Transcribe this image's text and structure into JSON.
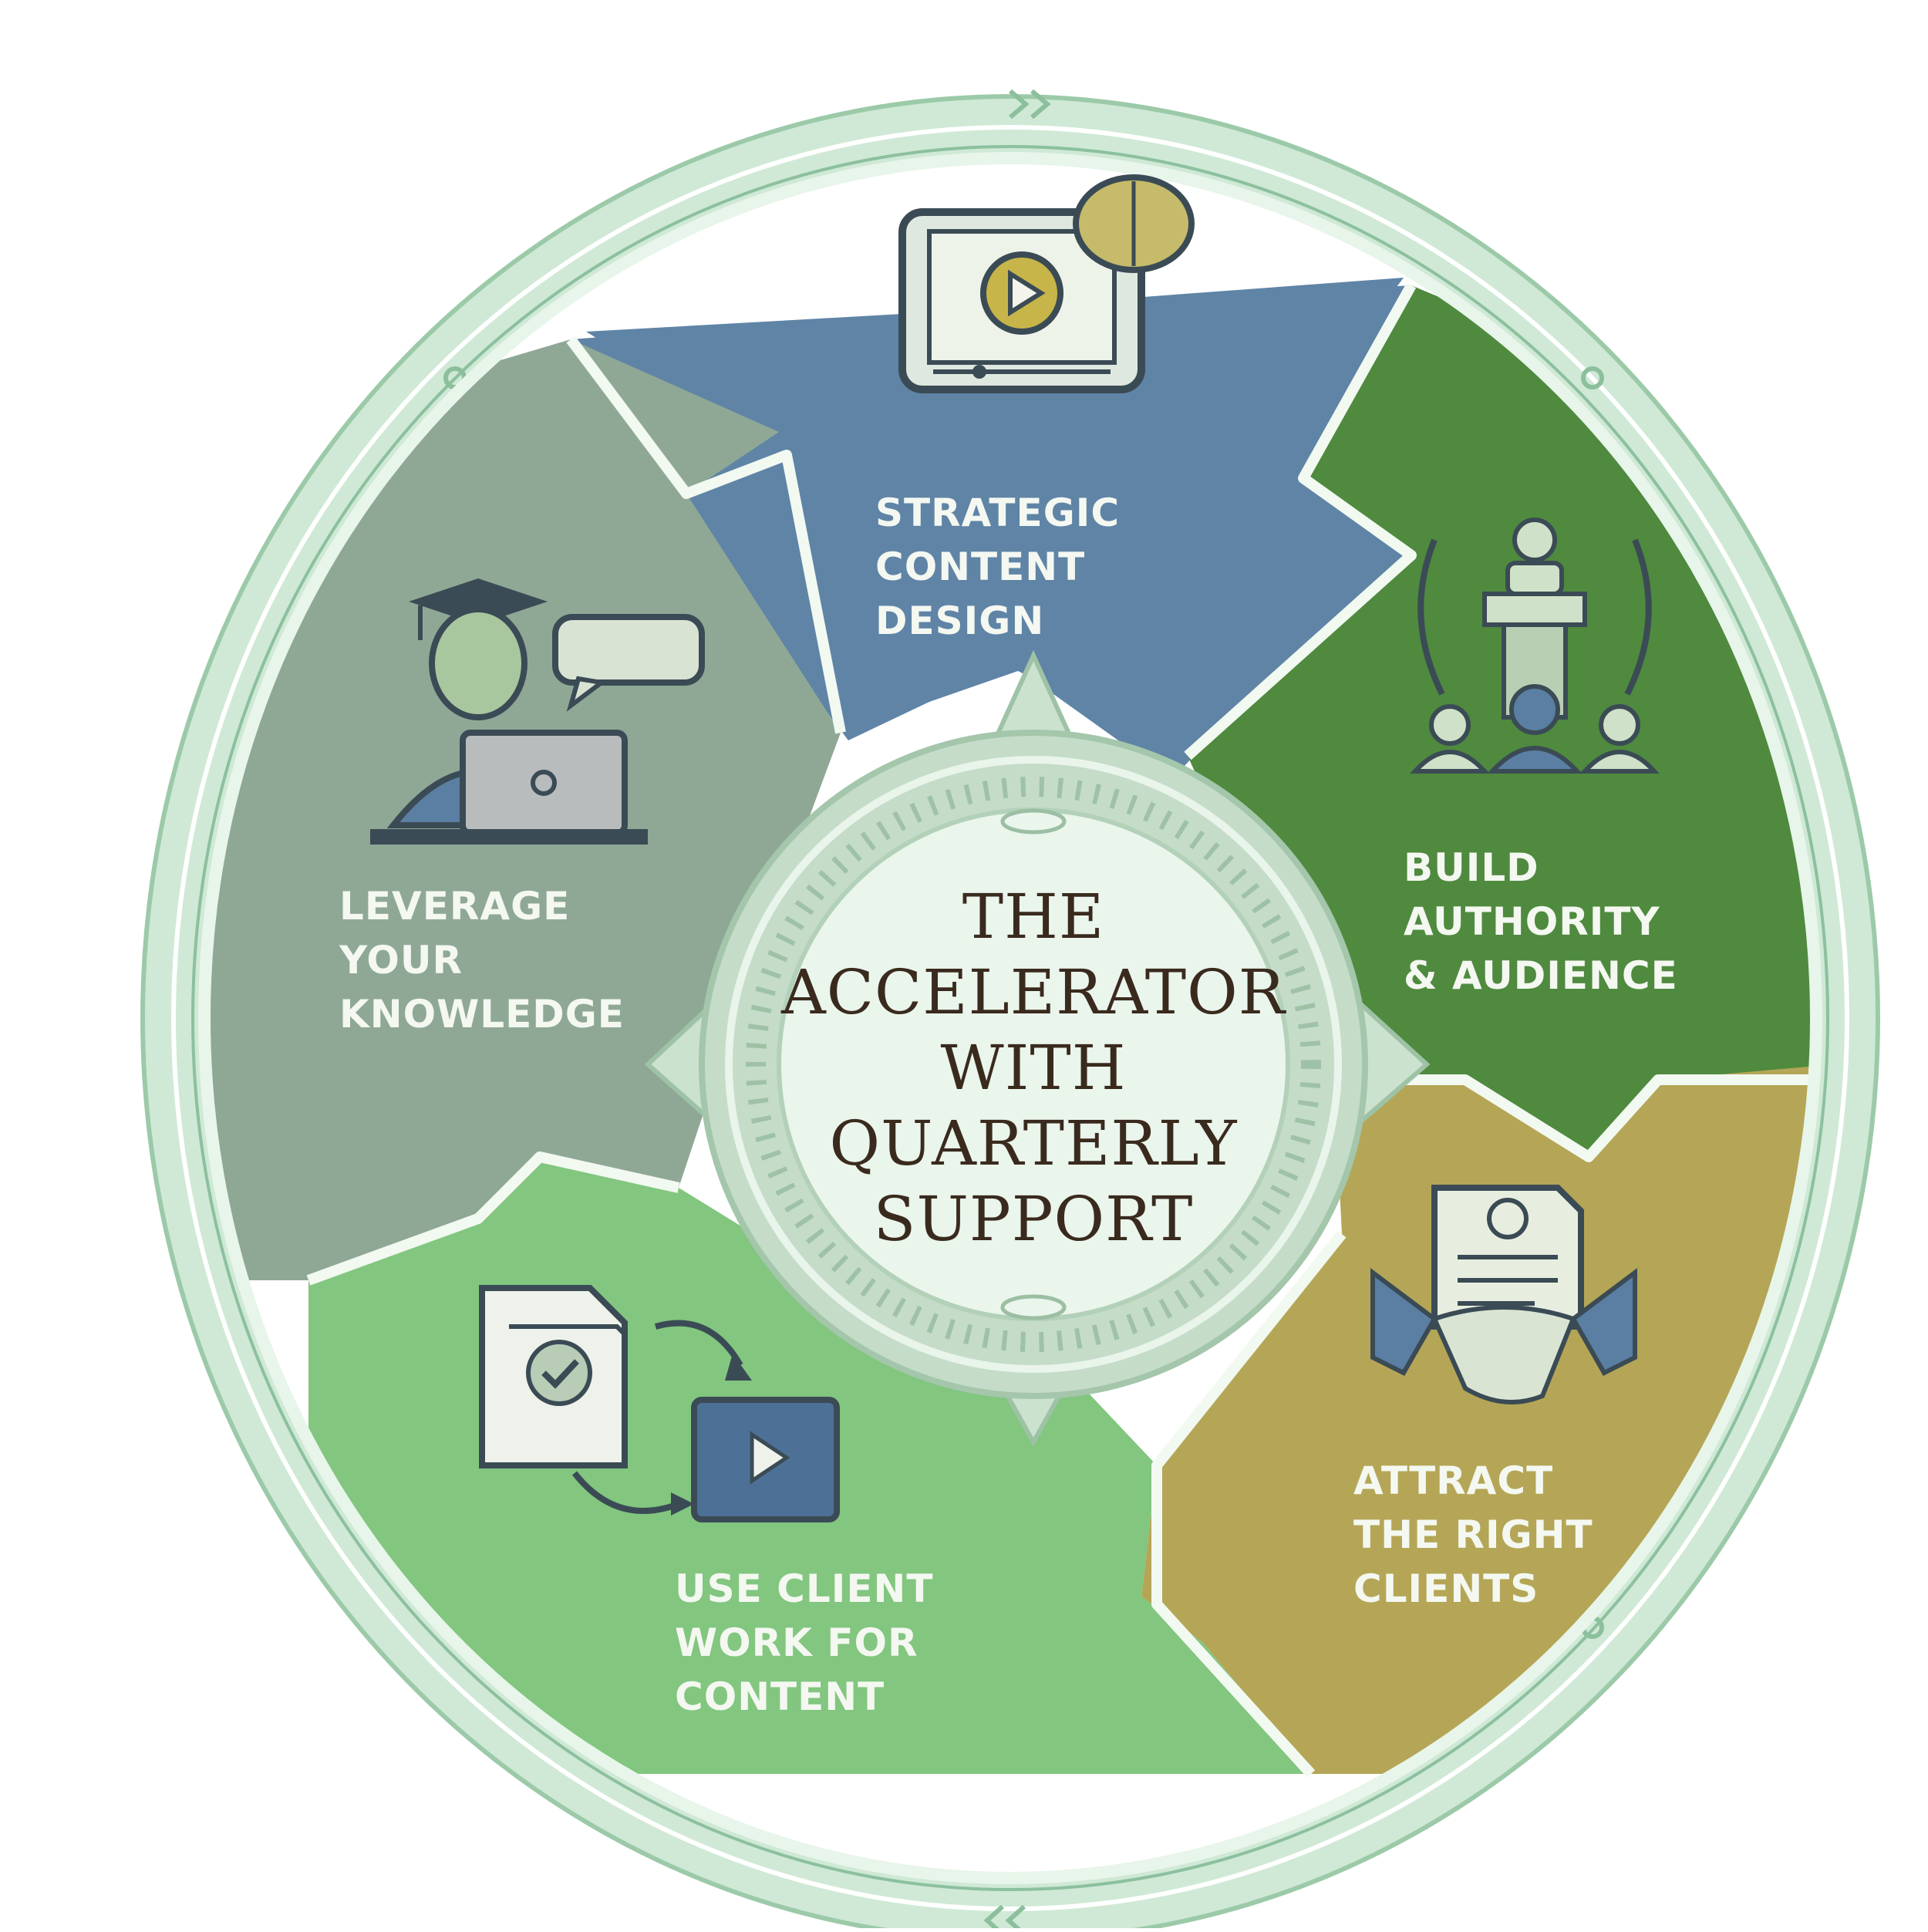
{
  "center": {
    "title_lines": [
      "THE",
      "ACCELERATOR",
      "WITH",
      "QUARTERLY",
      "SUPPORT"
    ]
  },
  "segments": [
    {
      "id": "strategic",
      "lines": [
        "STRATEGIC",
        "CONTENT",
        "DESIGN"
      ],
      "color": "#5f84a6",
      "icon": "video-tablet-brain-icon"
    },
    {
      "id": "authority",
      "lines": [
        "BUILD",
        "AUTHORITY",
        "& AUDIENCE"
      ],
      "color": "#4f8a3f",
      "icon": "speaker-podium-audience-icon"
    },
    {
      "id": "attract",
      "lines": [
        "ATTRACT",
        "THE RIGHT",
        "CLIENTS"
      ],
      "color": "#b4a656",
      "icon": "handshake-contract-icon"
    },
    {
      "id": "client-work",
      "lines": [
        "USE CLIENT",
        "WORK FOR",
        "CONTENT"
      ],
      "color": "#82c67f",
      "icon": "document-to-video-icon"
    },
    {
      "id": "leverage",
      "lines": [
        "LEVERAGE",
        "YOUR",
        "KNOWLEDGE"
      ],
      "color": "#8fa896",
      "icon": "graduate-laptop-icon"
    }
  ],
  "colors": {
    "ring": "#c9e7d1",
    "ring_line": "#7fb794",
    "hub": "#d8ecde",
    "title": "#3a2a1e"
  }
}
